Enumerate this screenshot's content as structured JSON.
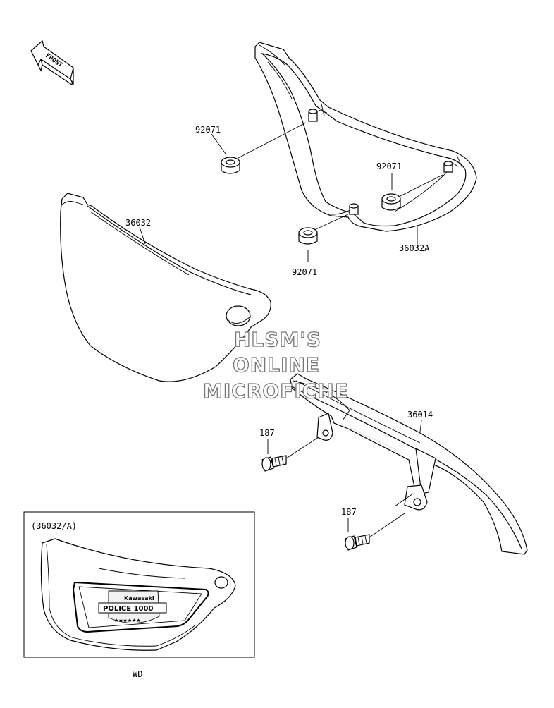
{
  "front_arrow": {
    "label": "FRONT"
  },
  "parts": {
    "grommet_upper": "92071",
    "grommet_right": "92071",
    "grommet_lower": "92071",
    "cover_left": "36032",
    "cover_right": "36032A",
    "chain_guard": "36014",
    "bolt_upper": "187",
    "bolt_lower": "187"
  },
  "inset": {
    "title": "(36032/A)",
    "caption": "WD",
    "emblem": {
      "brand": "Kawasaki",
      "model": "POLICE 1000",
      "stars": "★★★★★★"
    }
  },
  "watermark": {
    "line1": "HLSM'S",
    "line2": "ONLINE",
    "line3": "MICROFICHE"
  },
  "colors": {
    "line": "#000000",
    "shade": "#cfcfcf",
    "watermark_outline": "#777777"
  }
}
